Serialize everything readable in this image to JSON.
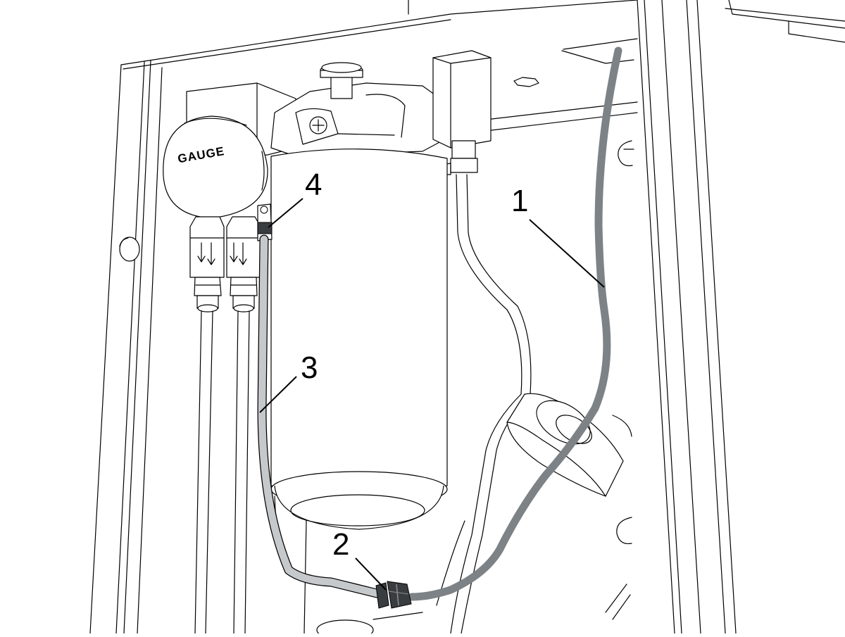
{
  "diagram": {
    "gauge_label": "GAUGE",
    "callouts": [
      {
        "id": "1",
        "label": "1"
      },
      {
        "id": "2",
        "label": "2"
      },
      {
        "id": "3",
        "label": "3"
      },
      {
        "id": "4",
        "label": "4"
      }
    ],
    "colors": {
      "line": "#000000",
      "background": "#ffffff",
      "tube_dark": "#7d8286",
      "tube_light": "#c6c9cb",
      "fitting": "#3a3d40"
    }
  }
}
